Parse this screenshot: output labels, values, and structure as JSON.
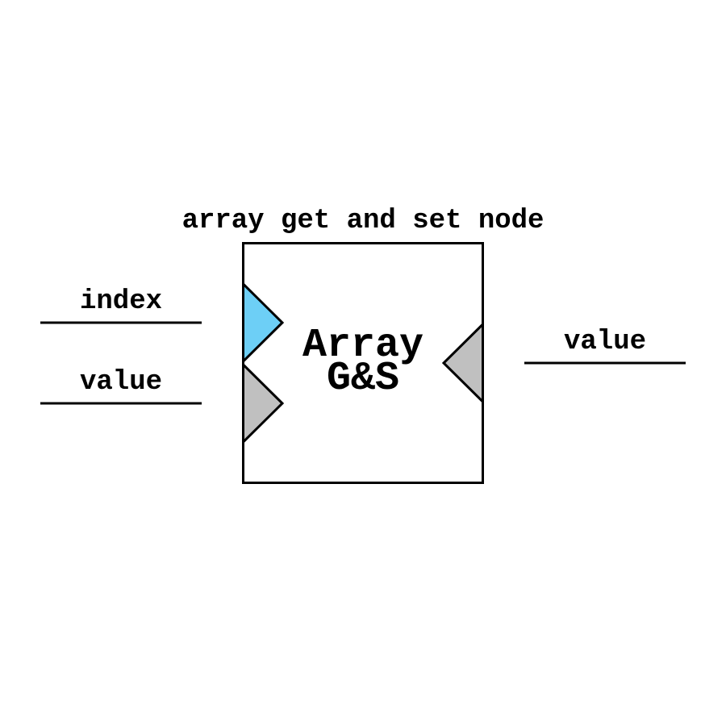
{
  "title": "array get and set node",
  "node": {
    "label_line1": "Array",
    "label_line2": "G&S"
  },
  "inputs": [
    {
      "label": "index",
      "color": "#6dcff6"
    },
    {
      "label": "value",
      "color": "#c0c0c0"
    }
  ],
  "outputs": [
    {
      "label": "value",
      "color": "#c0c0c0"
    }
  ]
}
